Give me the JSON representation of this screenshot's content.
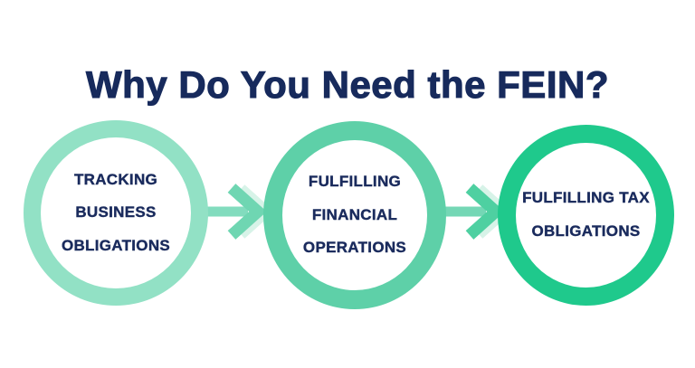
{
  "title": "Why Do You Need the FEIN?",
  "colors": {
    "background": "#ffffff",
    "title_text": "#172A5C",
    "node_text": "#1A2B5D",
    "ring_1": "#92E1C5",
    "ring_2": "#5ED0A8",
    "ring_3": "#1FC98C"
  },
  "diagram": {
    "nodes": [
      {
        "label": "TRACKING BUSINESS OBLIGATIONS",
        "lines": {
          "0": "TRACKING",
          "1": "BUSINESS",
          "2": "OBLIGATIONS"
        },
        "ring_color": "#92E1C5"
      },
      {
        "label": "FULFILLING FINANCIAL OPERATIONS",
        "lines": {
          "0": "FULFILLING",
          "1": "FINANCIAL",
          "2": "OPERATIONS"
        },
        "ring_color": "#5ED0A8"
      },
      {
        "label": "FULFILLING TAX OBLIGATIONS",
        "lines": {
          "0": "FULFILLING TAX",
          "1": "OBLIGATIONS"
        },
        "ring_color": "#1FC98C"
      }
    ],
    "arrows": [
      {
        "name": "arrow-right-icon",
        "shaft": "#82DCBE",
        "chevron": "#6FD6B2",
        "chevron_light": "#D7F3E8"
      },
      {
        "name": "arrow-right-icon",
        "shaft": "#74D7B5",
        "chevron": "#4ED0A1",
        "chevron_light": "#D7F3E8"
      }
    ]
  }
}
